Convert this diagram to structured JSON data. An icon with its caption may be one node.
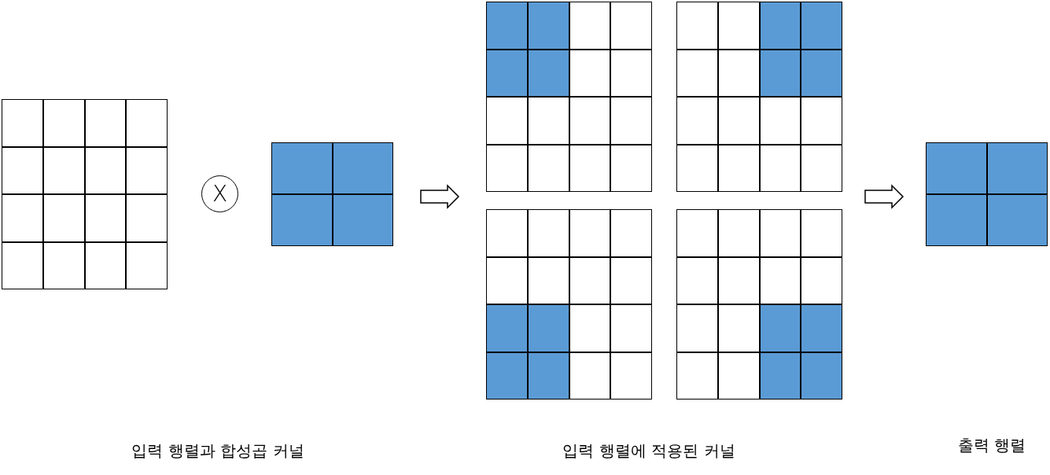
{
  "diagram": {
    "nodes": [
      {
        "text": [],
        "shape": "grid"
      },
      {
        "text": [
          "X"
        ]
      },
      {
        "text": [],
        "shape": "grid"
      },
      {
        "text": [],
        "shape": "grid"
      },
      {
        "text": [],
        "shape": "grid"
      },
      {
        "text": [],
        "shape": "grid"
      },
      {
        "text": [],
        "shape": "grid"
      },
      {
        "text": [],
        "shape": "grid"
      }
    ],
    "edges": [
      {
        "from": 2,
        "to": 3,
        "arrow": "to"
      },
      {
        "from": 4,
        "to": 7,
        "arrow": "to"
      }
    ],
    "labels": [
      "입력 행렬과 합성곱 커널",
      "입력 행렬에 적용된 커널",
      "출력 행렬"
    ]
  }
}
